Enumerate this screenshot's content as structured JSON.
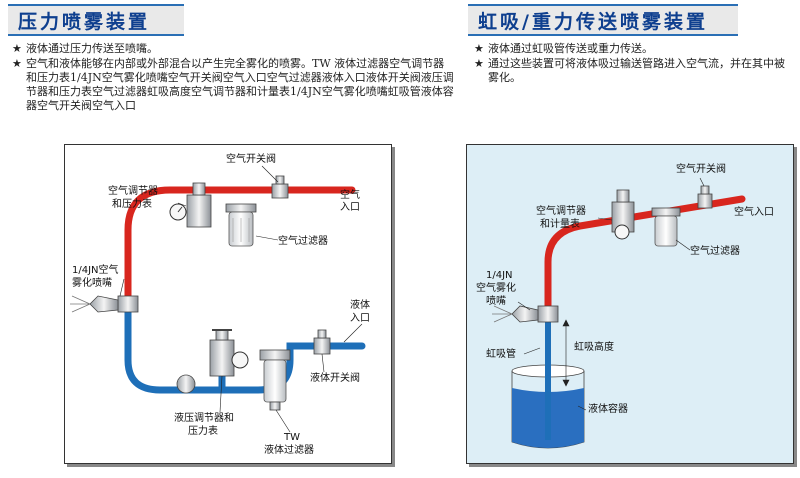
{
  "left": {
    "title": "压力喷雾装置",
    "bullets": [
      "液体通过压力传送至喷嘴。",
      "空气和液体能够在内部或外部混合以产生完全雾化的喷雾。TW 液体过滤器空气调节器和压力表1/4JN空气雾化喷嘴空气开关阀空气入口空气过滤器液体入口液体开关阀液压调节器和压力表空气过滤器虹吸高度空气调节器和计量表1/4JN空气雾化喷嘴虹吸管液体容器空气开关阀空气入口"
    ],
    "labels": {
      "air_switch_valve": "空气开关阀",
      "air_regulator_l1": "空气调节器",
      "air_regulator_l2": "和压力表",
      "air_inlet_l1": "空气",
      "air_inlet_l2": "入口",
      "air_filter": "空气过滤器",
      "nozzle_l1": "1/4JN空气",
      "nozzle_l2": "雾化喷嘴",
      "liquid_inlet_l1": "液体",
      "liquid_inlet_l2": "入口",
      "liquid_switch_valve": "液体开关阀",
      "hydraulic_regulator_l1": "液压调节器和",
      "hydraulic_regulator_l2": "压力表",
      "tw_filter_l1": "TW",
      "tw_filter_l2": "液体过滤器"
    }
  },
  "right": {
    "title": "虹吸/重力传送喷雾装置",
    "bullets": [
      "液体通过虹吸管传送或重力传送。",
      "通过这些装置可将液体吸过输送管路进入空气流，并在其中被雾化。"
    ],
    "labels": {
      "air_switch_valve": "空气开关阀",
      "air_regulator_l1": "空气调节器",
      "air_regulator_l2": "和计量表",
      "air_inlet": "空气入口",
      "air_filter": "空气过滤器",
      "nozzle_l1": "1/4JN",
      "nozzle_l2": "空气雾化",
      "nozzle_l3": "喷嘴",
      "siphon_tube": "虹吸管",
      "siphon_height": "虹吸高度",
      "liquid_container": "液体容器"
    }
  },
  "colors": {
    "air_line": "#d8261e",
    "liquid_line": "#1e6fb8",
    "title_text": "#0e3f8f",
    "right_panel_bg": "#ddeef6",
    "container_liquid": "#2a6fc0"
  }
}
